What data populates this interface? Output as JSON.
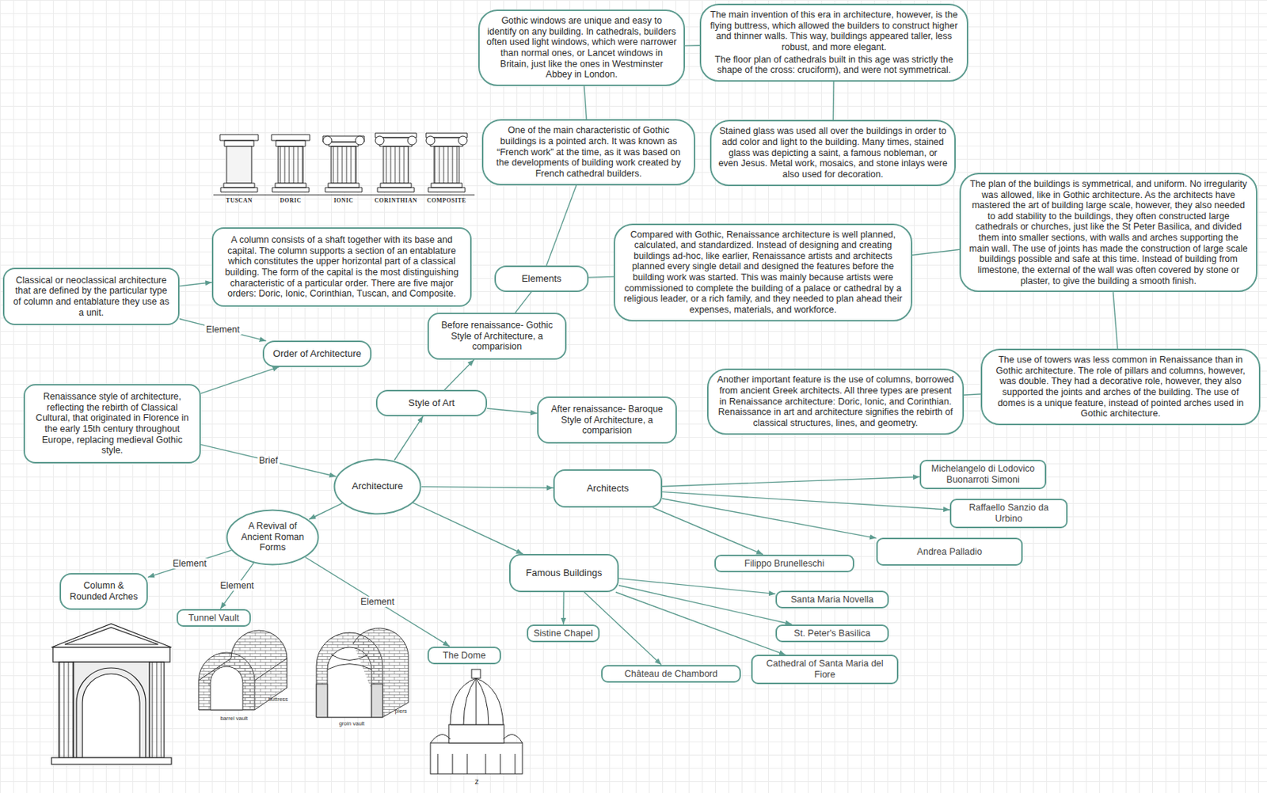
{
  "diagram": {
    "nodes": [
      {
        "text": [
          "Gothic windows are unique and easy to identify on any building. In cathedrals, builders often used light windows, which were narrower than normal ones, or Lancet windows in Britain, just like the ones in Westminster Abbey in London."
        ]
      },
      {
        "text": [
          "The main invention of this era in architecture, however, is the flying buttress, which allowed the builders to construct higher and thinner walls. This way, buildings appeared taller, less robust, and more elegant.",
          "The floor plan of cathedrals built in this age was strictly the shape of the cross: cruciform), and were not symmetrical."
        ]
      },
      {
        "text": [
          "One of the main characteristic of Gothic buildings is a pointed arch. It was known as “French work” at the time, as it was based on the developments of building work created by French cathedral builders."
        ]
      },
      {
        "text": [
          "Stained glass was used all over the buildings in order to add color and light to the building. Many times, stained glass was depicting a saint, a famous nobleman, or even Jesus. Metal work, mosaics, and stone inlays were also used for decoration."
        ]
      },
      {
        "text": [
          "The plan of the buildings is symmetrical, and uniform. No irregularity was allowed, like in Gothic architecture. As the architects have mastered the art of building large scale, however, they also needed to add stability to the buildings, they often constructed large cathedrals or churches, just like the St Peter Basilica, and divided them into smaller sections, with walls and arches supporting the main wall. The use of joints has made the construction of large scale buildings possible and safe at this time. Instead of building from limestone, the external of the wall was often covered by stone or plaster, to give the building a smooth finish."
        ]
      },
      {
        "text": [
          "A column consists of a shaft together with its base and capital. The column supports a section of an entablature which constitutes the upper horizontal part of a classical building. The form of the capital is the most distinguishing characteristic of a particular order. There are five major orders: Doric, Ionic, Corinthian, Tuscan, and Composite."
        ]
      },
      {
        "text": [
          "Classical or neoclassical architecture that are defined by the particular type of column and entablature they use as a unit."
        ]
      },
      {
        "text": [
          "Elements"
        ]
      },
      {
        "text": [
          "Compared with Gothic, Renaissance architecture is well planned, calculated, and standardized. Instead of designing and creating buildings ad-hoc, like earlier, Renaissance artists and architects planned every single detail and designed the features before the building work was started. This was mainly because artists were commissioned to complete the building of a palace or cathedral by a religious leader, or a rich family, and they needed to plan ahead their expenses, materials, and workforce."
        ]
      },
      {
        "text": [
          "Order of Architecture"
        ]
      },
      {
        "text": [
          "Before renaissance- Gothic Style of Architecture, a comparision"
        ]
      },
      {
        "text": [
          "Another important feature is the use of columns, borrowed from ancient Greek architects. All three types are present in Renaissance architecture: Doric, Ionic, and Corinthian. Renaissance in art and architecture signifies the rebirth of classical structures, lines, and geometry."
        ]
      },
      {
        "text": [
          "The use of towers was less common in Renaissance than in Gothic architecture. The role of pillars and columns, however, was double. They had a decorative role, however, they also supported the joints and arches of the building. The use of domes is a unique feature, instead of pointed arches used in Gothic architecture."
        ]
      },
      {
        "text": [
          "Renaissance style of architecture, reflecting the rebirth of Classical Cultural, that originated in Florence in the early 15th century throughout Europe, replacing medieval Gothic style."
        ]
      },
      {
        "text": [
          "Style of Art"
        ]
      },
      {
        "text": [
          "After renaissance- Baroque Style of Architecture, a comparision"
        ]
      },
      {
        "text": [
          "Architecture"
        ]
      },
      {
        "text": [
          "Architects"
        ]
      },
      {
        "text": [
          "Michelangelo di Lodovico Buonarroti Simoni"
        ]
      },
      {
        "text": [
          "Raffaello Sanzio da Urbino"
        ]
      },
      {
        "text": [
          "Andrea Palladio"
        ]
      },
      {
        "text": [
          "Filippo Brunelleschi"
        ]
      },
      {
        "text": [
          "A Revival of Ancient Roman Forms"
        ]
      },
      {
        "text": [
          "Famous Buildings"
        ]
      },
      {
        "text": [
          "Column & Rounded Arches"
        ]
      },
      {
        "text": [
          "Tunnel Vault"
        ]
      },
      {
        "text": [
          "Santa Maria Novella"
        ]
      },
      {
        "text": [
          "Sistine Chapel"
        ]
      },
      {
        "text": [
          "St. Peter's Basilica"
        ]
      },
      {
        "text": [
          "The Dome"
        ]
      },
      {
        "text": [
          "Château de Chambord"
        ]
      },
      {
        "text": [
          "Cathedral of Santa Maria del Fiore"
        ]
      }
    ],
    "edges": [
      {
        "from": 16,
        "to": 14,
        "arrow": "to"
      },
      {
        "from": 14,
        "to": 10,
        "arrow": "to"
      },
      {
        "from": 14,
        "to": 15,
        "arrow": "to"
      },
      {
        "from": 10,
        "to": 7,
        "arrow": "none"
      },
      {
        "from": 7,
        "to": 2,
        "arrow": "none"
      },
      {
        "from": 2,
        "to": 0,
        "arrow": "none"
      },
      {
        "from": 0,
        "to": 1,
        "arrow": "none"
      },
      {
        "from": 1,
        "to": 3,
        "arrow": "none"
      },
      {
        "from": 7,
        "to": 8,
        "arrow": "none"
      },
      {
        "from": 8,
        "to": 4,
        "arrow": "none"
      },
      {
        "from": 4,
        "to": 12,
        "arrow": "none"
      },
      {
        "from": 11,
        "to": 12,
        "arrow": "none"
      },
      {
        "from": 13,
        "to": 16,
        "label": "Brief",
        "arrow": "to"
      },
      {
        "from": 13,
        "to": 9,
        "arrow": "to"
      },
      {
        "from": 6,
        "to": 9,
        "label": "Element",
        "arrow": "to"
      },
      {
        "from": 6,
        "to": 5,
        "arrow": "to"
      },
      {
        "from": 16,
        "to": 17,
        "arrow": "to"
      },
      {
        "from": 17,
        "to": 18,
        "arrow": "to"
      },
      {
        "from": 17,
        "to": 19,
        "arrow": "to"
      },
      {
        "from": 17,
        "to": 20,
        "arrow": "to"
      },
      {
        "from": 17,
        "to": 21,
        "arrow": "to"
      },
      {
        "from": 16,
        "to": 23,
        "arrow": "to"
      },
      {
        "from": 23,
        "to": 27,
        "arrow": "to"
      },
      {
        "from": 23,
        "to": 30,
        "arrow": "to"
      },
      {
        "from": 23,
        "to": 31,
        "arrow": "to"
      },
      {
        "from": 23,
        "to": 28,
        "arrow": "to"
      },
      {
        "from": 23,
        "to": 26,
        "arrow": "to"
      },
      {
        "from": 16,
        "to": 22,
        "arrow": "to"
      },
      {
        "from": 22,
        "to": 24,
        "label": "Element",
        "arrow": "to"
      },
      {
        "from": 22,
        "to": 25,
        "label": "Element",
        "arrow": "to"
      },
      {
        "from": 22,
        "to": 29,
        "label": "Element",
        "arrow": "to"
      }
    ],
    "labels": [
      "TUSCAN",
      "DORIC",
      "IONIC",
      "CORINTHIAN",
      "COMPOSITE",
      "barrel vault",
      "buttress",
      "groin vault",
      "piers",
      "z"
    ]
  }
}
